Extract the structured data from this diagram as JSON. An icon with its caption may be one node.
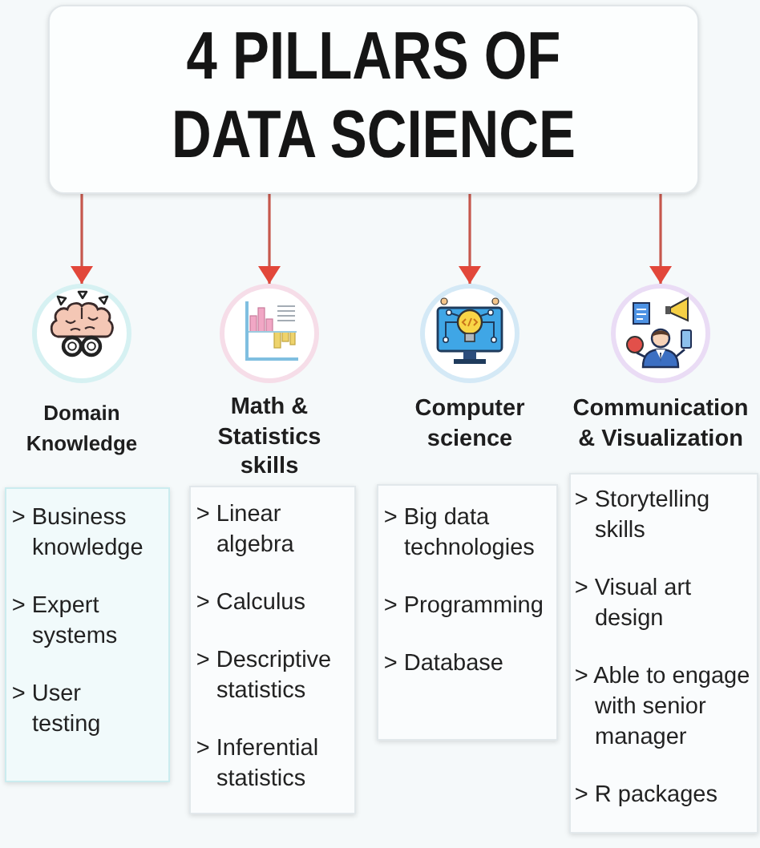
{
  "diagram": {
    "nodes": [
      {
        "text": [
          "4 PILLARS OF DATA SCIENCE"
        ]
      },
      {
        "text": [
          "Domain Knowledge"
        ]
      },
      {
        "text": [
          "Math & Statistics skills"
        ]
      },
      {
        "text": [
          "Computer science"
        ]
      },
      {
        "text": [
          "Communication & Visualization"
        ]
      },
      {
        "text": [
          "> Business knowledge",
          "> Expert systems",
          "> User testing"
        ]
      },
      {
        "text": [
          "> Linear algebra",
          "> Calculus",
          "> Descriptive statistics",
          "> Inferential statistics"
        ]
      },
      {
        "text": [
          "> Big data technologies",
          "> Programming",
          "> Database"
        ]
      },
      {
        "text": [
          "> Storytelling skills",
          "> Visual art design",
          "> Able to engage with senior manager",
          "> R packages"
        ]
      }
    ],
    "edges": [
      {
        "from": 0,
        "to": 1,
        "arrow": "to"
      },
      {
        "from": 0,
        "to": 2,
        "arrow": "to"
      },
      {
        "from": 0,
        "to": 3,
        "arrow": "to"
      },
      {
        "from": 0,
        "to": 4,
        "arrow": "to"
      }
    ]
  }
}
